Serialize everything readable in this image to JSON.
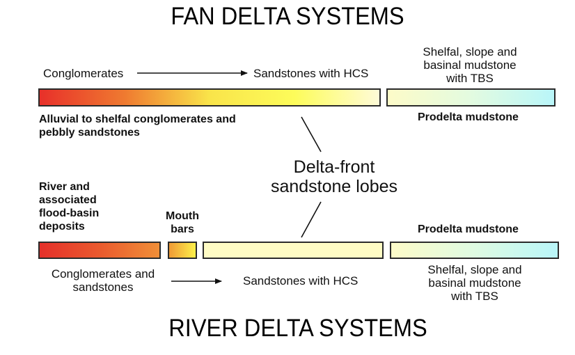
{
  "fan_delta": {
    "title": "FAN DELTA SYSTEMS",
    "trend_start": "Conglomerates",
    "trend_end": "Sandstones with HCS",
    "offshore_label_lines": [
      "Shelfal, slope and",
      "basinal mudstone",
      "with TBS"
    ],
    "facies_label_lines": [
      "Alluvial to shelfal conglomerates and",
      "pebbly sandstones"
    ],
    "prodelta_label": "Prodelta mudstone",
    "bars": [
      {
        "name": "alluvial-shelfal-bar",
        "colors": [
          "#e8302a",
          "#ef7a30",
          "#f9e44a",
          "#fdfc5a",
          "#fefbd8"
        ]
      },
      {
        "name": "prodelta-bar",
        "colors": [
          "#fdfbc8",
          "#e3fbe0",
          "#b9f6f9"
        ]
      }
    ]
  },
  "center": {
    "label_lines": [
      "Delta-front",
      "sandstone lobes"
    ]
  },
  "river_delta": {
    "title": "RIVER DELTA SYSTEMS",
    "river_label_lines": [
      "River and",
      "associated",
      "flood-basin",
      "deposits"
    ],
    "mouth_bars_label_lines": [
      "Mouth",
      "bars"
    ],
    "prodelta_label": "Prodelta mudstone",
    "trend_start_lines": [
      "Conglomerates and",
      "sandstones"
    ],
    "trend_end": "Sandstones with HCS",
    "offshore_label_lines": [
      "Shelfal, slope and",
      "basinal mudstone",
      "with TBS"
    ],
    "bars": [
      {
        "name": "river-floodbasin-bar",
        "colors": [
          "#e5302a",
          "#ea5a2e",
          "#f08f38"
        ]
      },
      {
        "name": "mouth-bars-bar",
        "colors": [
          "#ef9a35",
          "#fdf04a"
        ]
      },
      {
        "name": "delta-front-bar",
        "colors": [
          "#fefbc4",
          "#fefbc4"
        ]
      },
      {
        "name": "prodelta-bar",
        "colors": [
          "#fdfbc8",
          "#dffbe2",
          "#b9f6f9"
        ]
      }
    ]
  }
}
